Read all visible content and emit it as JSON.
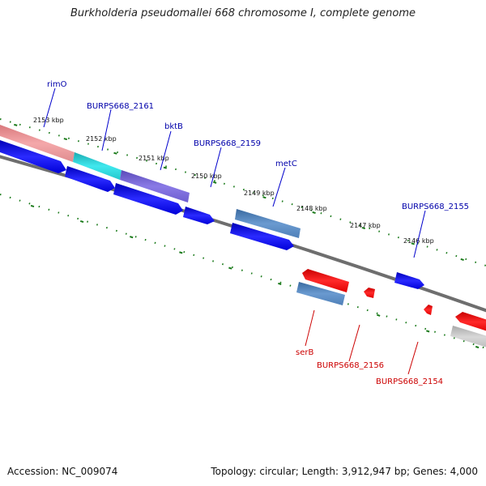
{
  "title": "Burkholderia pseudomallei 668 chromosome I, complete genome",
  "footer": {
    "accession": "Accession: NC_009074",
    "summary": "Topology: circular; Length: 3,912,947 bp; Genes: 4,000"
  },
  "colors": {
    "backbone": "#7a7a7a",
    "forward_label": "#0000aa",
    "reverse_label": "#cc0000",
    "tick": "#1a7a1a"
  },
  "scale_labels": [
    {
      "text": "2153 kbp"
    },
    {
      "text": "2152 kbp"
    },
    {
      "text": "2151 kbp"
    },
    {
      "text": "2150 kbp"
    },
    {
      "text": "2149 kbp"
    },
    {
      "text": "2148 kbp"
    },
    {
      "text": "2147 kbp"
    },
    {
      "text": "2146 kbp"
    }
  ],
  "gene_labels": [
    {
      "text": "rimO",
      "strand": "forward"
    },
    {
      "text": "BURPS668_2161",
      "strand": "forward"
    },
    {
      "text": "bktB",
      "strand": "forward"
    },
    {
      "text": "BURPS668_2159",
      "strand": "forward"
    },
    {
      "text": "metC",
      "strand": "forward"
    },
    {
      "text": "BURPS668_2155",
      "strand": "forward"
    },
    {
      "text": "serB",
      "strand": "reverse"
    },
    {
      "text": "BURPS668_2156",
      "strand": "reverse"
    },
    {
      "text": "BURPS668_2154",
      "strand": "reverse"
    }
  ]
}
